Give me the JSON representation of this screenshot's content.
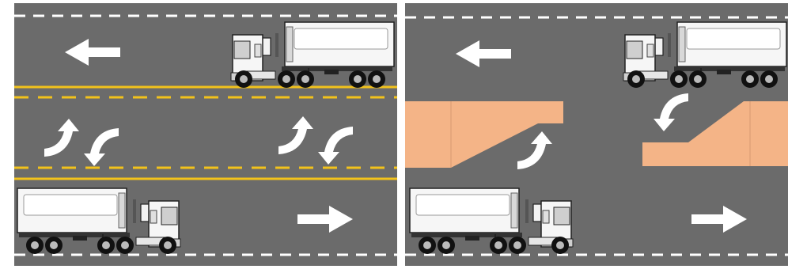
{
  "diagram": {
    "panels": [
      {
        "id": "left",
        "median": "two-way-left-turn-lane",
        "marking_color": "#f2c21b"
      },
      {
        "id": "right",
        "median": "raised-median-with-turn-bays",
        "median_color": "#f4b487"
      }
    ],
    "colors": {
      "road": "#6b6b6b",
      "lane_marking": "#ffffff",
      "arrow": "#ffffff",
      "truck_body": "#ffffff",
      "tire": "#111111"
    },
    "icons": [
      "left-arrow-icon",
      "right-arrow-icon",
      "turn-arrow-icon",
      "truck-icon"
    ]
  }
}
